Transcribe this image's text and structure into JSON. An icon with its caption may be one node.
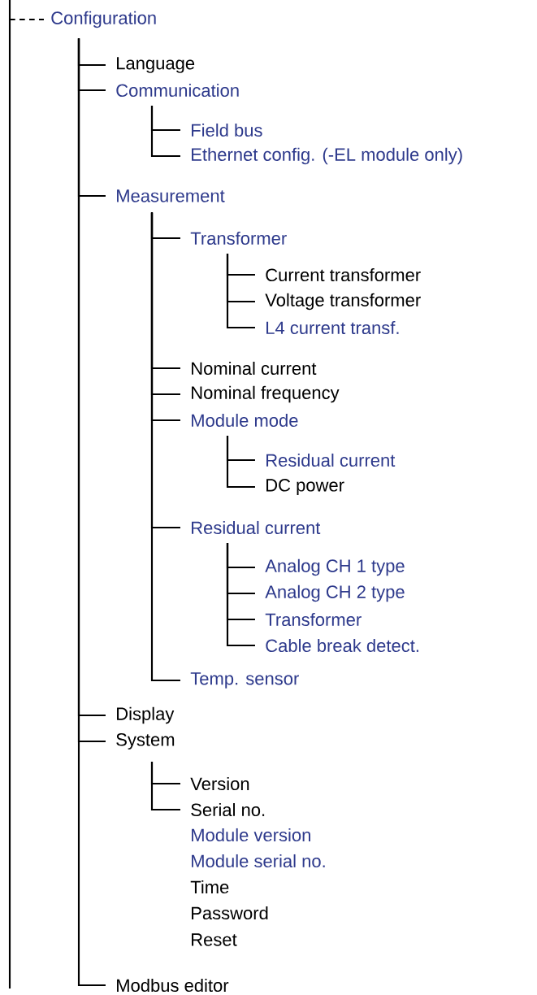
{
  "diagram": {
    "nodes": [
      {
        "text": [
          "Configuration"
        ]
      },
      {
        "text": [
          "Language"
        ]
      },
      {
        "text": [
          "Communication"
        ]
      },
      {
        "text": [
          "Field bus"
        ]
      },
      {
        "text": [
          "Ethernet config. (-EL module only)"
        ]
      },
      {
        "text": [
          "Measurement"
        ]
      },
      {
        "text": [
          "Transformer"
        ]
      },
      {
        "text": [
          "Current transformer"
        ]
      },
      {
        "text": [
          "Voltage transformer"
        ]
      },
      {
        "text": [
          "L4 current transf."
        ]
      },
      {
        "text": [
          "Nominal current"
        ]
      },
      {
        "text": [
          "Nominal frequency"
        ]
      },
      {
        "text": [
          "Module mode"
        ]
      },
      {
        "text": [
          "Residual current"
        ]
      },
      {
        "text": [
          "DC power"
        ]
      },
      {
        "text": [
          "Residual current"
        ]
      },
      {
        "text": [
          "Analog CH 1 type"
        ]
      },
      {
        "text": [
          "Analog CH 2 type"
        ]
      },
      {
        "text": [
          "Transformer"
        ]
      },
      {
        "text": [
          "Cable break detect."
        ]
      },
      {
        "text": [
          "Temp. sensor"
        ]
      },
      {
        "text": [
          "Display"
        ]
      },
      {
        "text": [
          "System"
        ]
      },
      {
        "text": [
          "Version"
        ]
      },
      {
        "text": [
          "Serial no."
        ]
      },
      {
        "text": [
          "Modbus editor"
        ]
      }
    ],
    "edges": [
      {
        "from": null,
        "to": 0,
        "arrow": "none",
        "style": "dashed"
      },
      {
        "from": 0,
        "to": 1,
        "arrow": "none"
      },
      {
        "from": 0,
        "to": 2,
        "arrow": "none"
      },
      {
        "from": 2,
        "to": 3,
        "arrow": "none"
      },
      {
        "from": 2,
        "to": 4,
        "arrow": "none"
      },
      {
        "from": 0,
        "to": 5,
        "arrow": "none"
      },
      {
        "from": 5,
        "to": 6,
        "arrow": "none"
      },
      {
        "from": 6,
        "to": 7,
        "arrow": "none"
      },
      {
        "from": 6,
        "to": 8,
        "arrow": "none"
      },
      {
        "from": 6,
        "to": 9,
        "arrow": "none"
      },
      {
        "from": 5,
        "to": 10,
        "arrow": "none"
      },
      {
        "from": 5,
        "to": 11,
        "arrow": "none"
      },
      {
        "from": 5,
        "to": 12,
        "arrow": "none"
      },
      {
        "from": 12,
        "to": 13,
        "arrow": "none"
      },
      {
        "from": 12,
        "to": 14,
        "arrow": "none"
      },
      {
        "from": 5,
        "to": 15,
        "arrow": "none"
      },
      {
        "from": 15,
        "to": 16,
        "arrow": "none"
      },
      {
        "from": 15,
        "to": 17,
        "arrow": "none"
      },
      {
        "from": 15,
        "to": 18,
        "arrow": "none"
      },
      {
        "from": 15,
        "to": 19,
        "arrow": "none"
      },
      {
        "from": 5,
        "to": 20,
        "arrow": "none"
      },
      {
        "from": 0,
        "to": 21,
        "arrow": "none"
      },
      {
        "from": 0,
        "to": 22,
        "arrow": "none"
      },
      {
        "from": 22,
        "to": 23,
        "arrow": "none"
      },
      {
        "from": 22,
        "to": 24,
        "arrow": "none"
      },
      {
        "from": 0,
        "to": 25,
        "arrow": "none"
      }
    ],
    "labels": [
      "Module version",
      "Module serial no.",
      "Time",
      "Password",
      "Reset"
    ]
  }
}
